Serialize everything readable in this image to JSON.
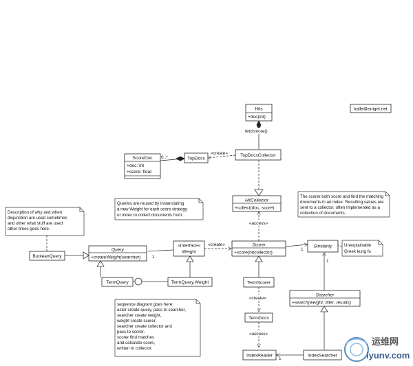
{
  "email": "kalle@snigel.net",
  "classes": {
    "hits": {
      "name": "Hits",
      "op": "+doc(int)"
    },
    "scoredoc": {
      "name": "ScoreDoc",
      "attr1": "+doc: int",
      "attr2": "+score: float"
    },
    "topdocs": {
      "name": "TopDocs"
    },
    "topdocscollector": {
      "name": "TopDocsCollector"
    },
    "hitcollector": {
      "name": "HitCollector",
      "op": "+collect(doc, score)"
    },
    "query": {
      "name": "Query",
      "op": "+createWeight(searcher)"
    },
    "weight": {
      "stereotype": "«Interface»",
      "name": "Weight"
    },
    "scorer": {
      "name": "Scorer",
      "op": "+score(hitcollector)"
    },
    "similarity": {
      "name": "Similarity"
    },
    "booleanquery": {
      "name": "BooleanQuery"
    },
    "termquery": {
      "name": "TermQuery"
    },
    "termqueryweight": {
      "name": "TermQuery.Weight"
    },
    "termscorer": {
      "name": "TermScorer"
    },
    "termdocs": {
      "name": "TermDocs"
    },
    "searcher": {
      "name": "Searcher",
      "op": "+search(weight, filter, results)"
    },
    "indexreader": {
      "name": "IndexReader"
    },
    "indexsearcher": {
      "name": "IndexSearcher"
    }
  },
  "labels": {
    "fetchmore": "fetchmore()",
    "create": "«create»",
    "access": "«access»",
    "one": "1",
    "zero_dots": "0..*"
  },
  "notes": {
    "queries": [
      "Queries are reused by instanciating",
      "a new Weight for each score strategy",
      "or index to collect documents from."
    ],
    "scorer": [
      "The scorer both score and find the matching",
      "documents in an index. Resulting values are",
      "sent to a collector,  often implemented as a",
      "collection of documents."
    ],
    "disjunction": [
      "Description of why and when",
      "disjunction are used sometimes",
      "and other what stuff are used",
      "other times goes here."
    ],
    "kungfu": [
      "Unexplainable",
      "Greek kung fu"
    ],
    "sequence": [
      "sequence diagram goes here:",
      "actor create query, pass to searcher,",
      "searcher create weight,",
      "weight create scorer,",
      "searcher create collector and",
      "pass to scorer.",
      "scorer find matches",
      "and calculate score,",
      "written to collector."
    ]
  },
  "watermark": {
    "site_cn": "运维网",
    "site_url": "iyunv.com"
  }
}
